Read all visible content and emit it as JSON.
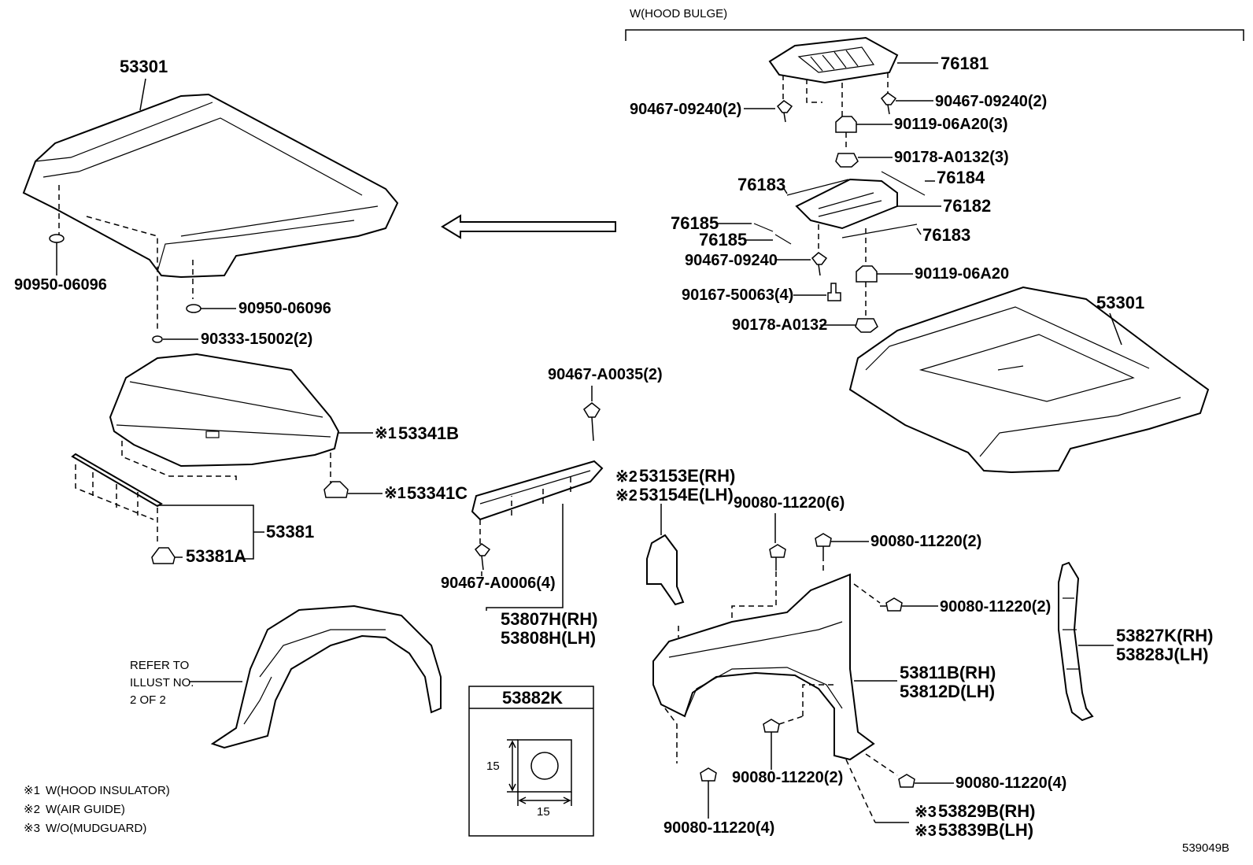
{
  "header": {
    "hood_bulge_label": "W(HOOD BULGE)"
  },
  "labels": {
    "hood_left": "53301",
    "hood_right": "53301",
    "plug_1": "90950-06096",
    "plug_2": "90950-06096",
    "clip_90333": "90333-15002(2)",
    "insulator": "53341B",
    "insulator_mark": "※1",
    "insulator_clip": "53341C",
    "insulator_clip_mark": "※1",
    "seal_53381": "53381",
    "clip_53381a": "53381A",
    "bulge_76181": "76181",
    "clip_09240_left": "90467-09240(2)",
    "clip_09240_right": "90467-09240(2)",
    "nut_06a20_3": "90119-06A20(3)",
    "nut_a0132_3": "90178-A0132(3)",
    "trim_76183_top": "76183",
    "trim_76184": "76184",
    "grille_76182": "76182",
    "trim_76183_bottom": "76183",
    "pad_76185_a": "76185",
    "pad_76185_b": "76185",
    "clip_09240_single": "90467-09240",
    "nut_06a20_single": "90119-06A20",
    "screw_50063": "90167-50063(4)",
    "nut_a0132_single": "90178-A0132",
    "clip_a0035": "90467-A0035(2)",
    "clip_a0006": "90467-A0006(4)",
    "seal_rh": "53807H(RH)",
    "seal_lh": "53808H(LH)",
    "air_guide_rh": "53153E(RH)",
    "air_guide_lh": "53154E(LH)",
    "air_guide_mark": "※2",
    "bolt_11220_6": "90080-11220(6)",
    "bolt_11220_2a": "90080-11220(2)",
    "bolt_11220_2b": "90080-11220(2)",
    "fender_rh": "53811B(RH)",
    "fender_lh": "53812D(LH)",
    "bracket_rh": "53827K(RH)",
    "bracket_lh": "53828J(LH)",
    "bolt_11220_2c": "90080-11220(2)",
    "bolt_11220_4a": "90080-11220(4)",
    "bolt_11220_4b": "90080-11220(4)",
    "mudguard_rh": "53829B(RH)",
    "mudguard_lh": "53839B(LH)",
    "mudguard_mark": "※3",
    "refer_line1": "REFER TO",
    "refer_line2": "ILLUST NO.",
    "refer_line3": "2 OF 2",
    "sticker_title": "53882K",
    "sticker_dim_h": "15",
    "sticker_dim_w": "15",
    "illustration_id": "539049B"
  },
  "footnotes": [
    {
      "mark": "※1",
      "text": "W(HOOD INSULATOR)"
    },
    {
      "mark": "※2",
      "text": "W(AIR GUIDE)"
    },
    {
      "mark": "※3",
      "text": "W/O(MUDGUARD)"
    }
  ]
}
